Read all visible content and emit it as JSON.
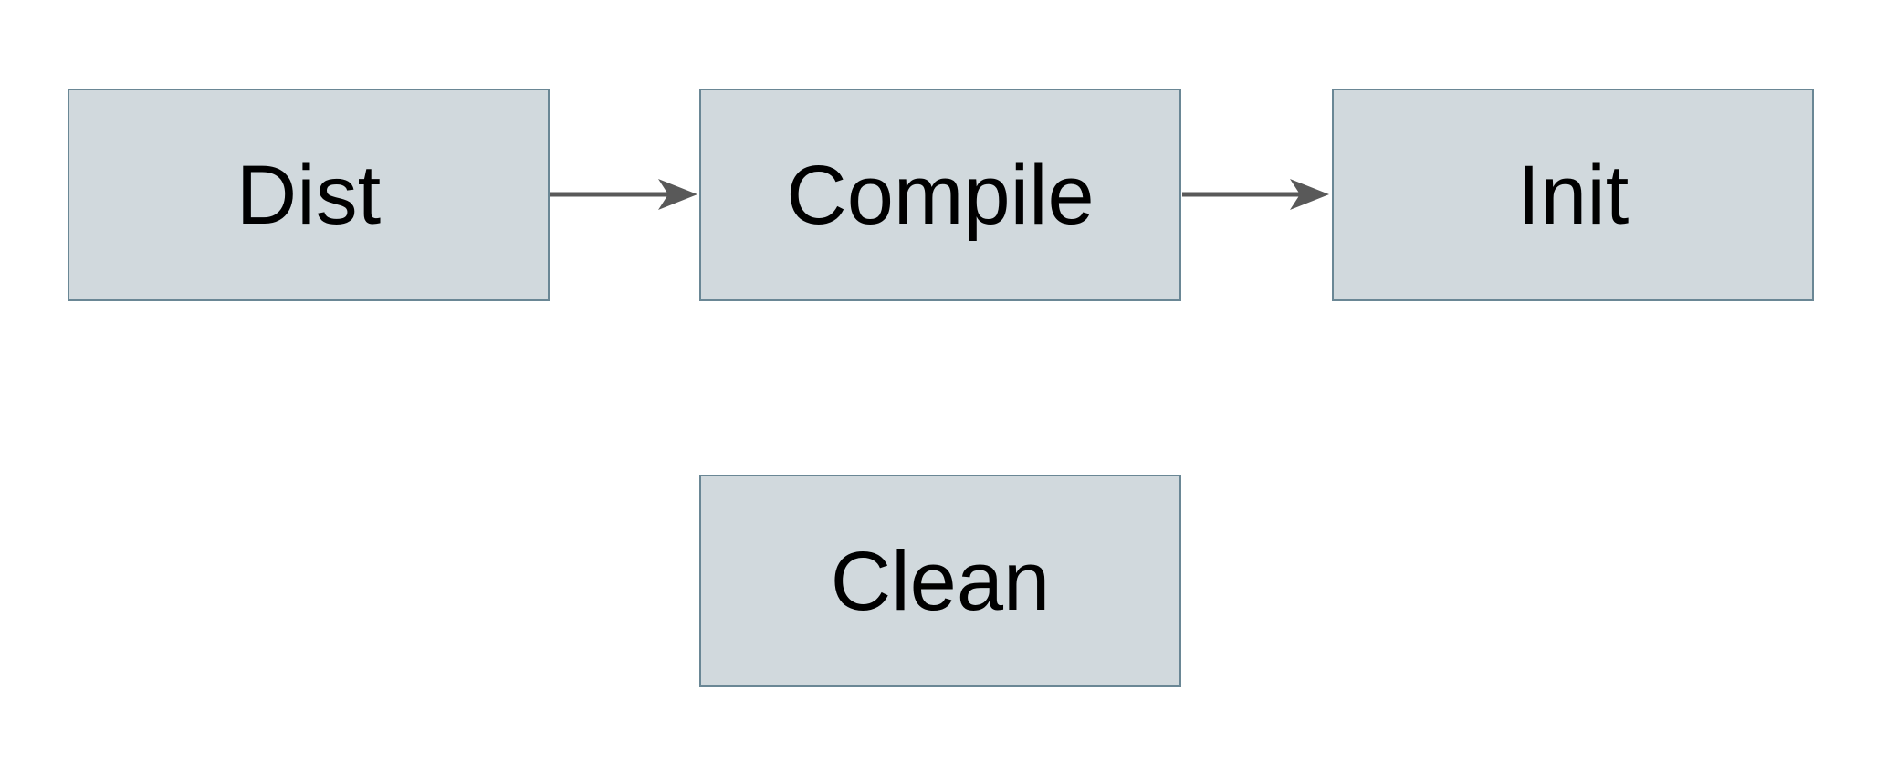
{
  "diagram": {
    "type": "flowchart",
    "nodes": [
      {
        "id": "dist",
        "label": "Dist"
      },
      {
        "id": "compile",
        "label": "Compile"
      },
      {
        "id": "init",
        "label": "Init"
      },
      {
        "id": "clean",
        "label": "Clean"
      }
    ],
    "edges": [
      {
        "from": "Dist",
        "to": "Compile",
        "style": "arrow-right"
      },
      {
        "from": "Compile",
        "to": "Init",
        "style": "arrow-right"
      }
    ],
    "colors": {
      "background": "#ffffff",
      "node_fill": "#d1d9dd",
      "node_border": "#6a8795",
      "arrow": "#595959",
      "text": "#000000"
    }
  }
}
